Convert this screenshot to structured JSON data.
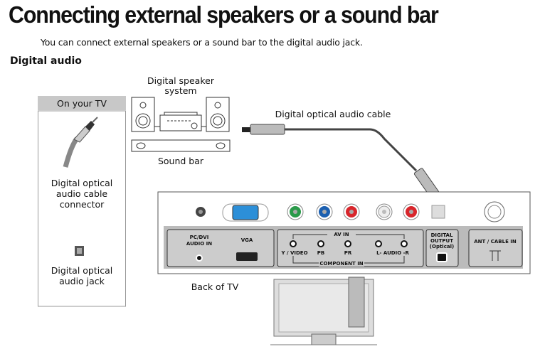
{
  "title": "Connecting external speakers or a sound bar",
  "intro": "You can connect external speakers or a sound bar to the digital audio jack.",
  "subheading": "Digital audio",
  "diagram": {
    "on_your_tv": "On your TV",
    "connector_label": [
      "Digital optical",
      "audio cable",
      "connector"
    ],
    "jack_label": [
      "Digital optical",
      "audio jack"
    ],
    "speaker_label": [
      "Digital speaker",
      "system"
    ],
    "soundbar_label": "Sound bar",
    "cable_label": "Digital optical audio cable",
    "back_label": "Back of TV",
    "panel": {
      "pc_audio": [
        "PC/DVI",
        "AUDIO IN"
      ],
      "vga": "VGA",
      "av_in": "AV IN",
      "y_video": "Y / VIDEO",
      "pb": "PB",
      "pr": "PR",
      "audio": "L-  AUDIO -R",
      "component_in": "COMPONENT IN",
      "digital_output": [
        "DIGITAL",
        "OUTPUT",
        "(Optical)"
      ],
      "ant": "ANT / CABLE IN"
    }
  }
}
